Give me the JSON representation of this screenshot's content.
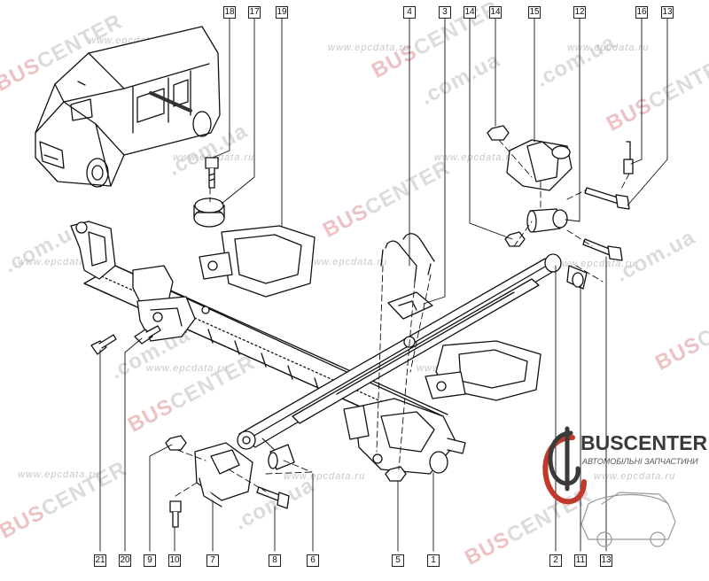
{
  "callouts": {
    "top": [
      "18",
      "17",
      "19",
      "4",
      "3",
      "14",
      "14",
      "15",
      "12",
      "16",
      "13"
    ],
    "bottom": [
      "21",
      "20",
      "9",
      "10",
      "7",
      "8",
      "6",
      "5",
      "1",
      "2",
      "11",
      "13"
    ]
  },
  "watermarks": {
    "brand_red": "BUS",
    "brand_grey": "CENTER",
    "brand_domain": ".com.ua",
    "epc": "www.epcdata.ru"
  },
  "logo": {
    "name": "BUSCENTER",
    "tagline": "АВТОМОБІЛЬНІ ЗАПЧАСТИНИ"
  },
  "colors": {
    "line": "#111111",
    "brand_red": "#c0392b",
    "brand_grey": "#555555"
  }
}
